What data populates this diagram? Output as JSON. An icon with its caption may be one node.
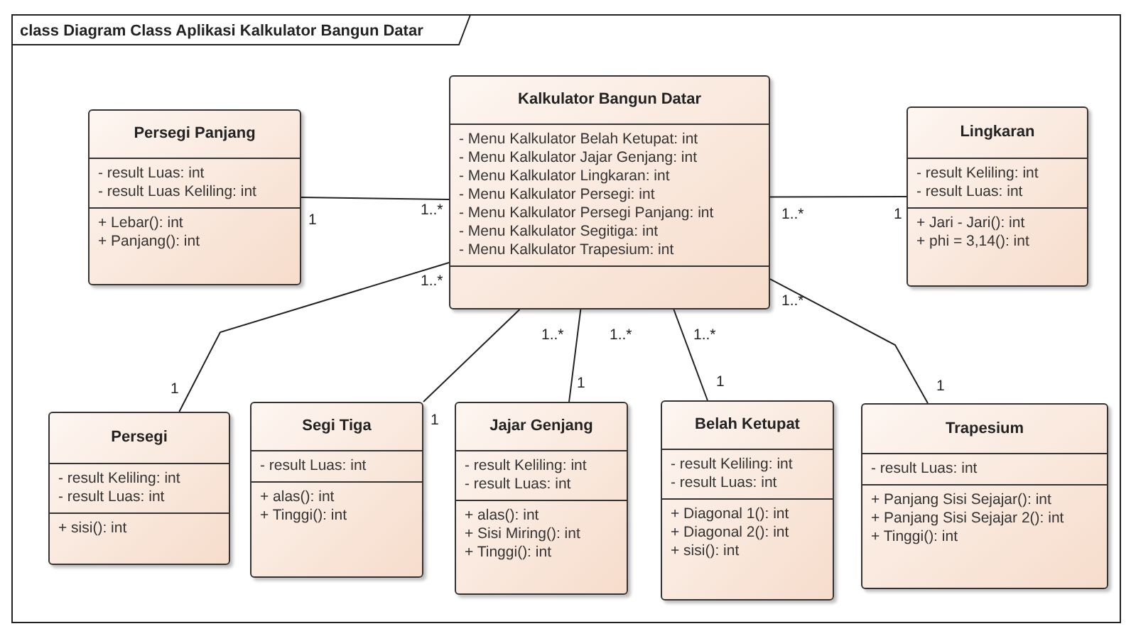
{
  "diagram": {
    "title": "class Diagram Class Aplikasi Kalkulator Bangun Datar",
    "nodes": [
      {
        "text": [
          "Persegi Panjang",
          "- result Luas: int",
          "- result Luas Keliling: int",
          "+ Lebar(): int",
          "+ Panjang(): int"
        ]
      },
      {
        "text": [
          "Kalkulator Bangun Datar",
          "- Menu Kalkulator Belah Ketupat: int",
          "- Menu Kalkulator Jajar Genjang: int",
          "- Menu Kalkulator Lingkaran: int",
          "- Menu Kalkulator Persegi: int",
          "- Menu Kalkulator Persegi Panjang: int",
          "- Menu Kalkulator Segitiga: int",
          "- Menu Kalkulator Trapesium: int"
        ]
      },
      {
        "text": [
          "Lingkaran",
          "- result Keliling: int",
          "- result Luas: int",
          "+ Jari - Jari(): int",
          "+ phi = 3,14(): int"
        ]
      },
      {
        "text": [
          "Persegi",
          "- result Keliling: int",
          "- result Luas: int",
          "+ sisi(): int"
        ]
      },
      {
        "text": [
          "Segi Tiga",
          "- result Luas: int",
          "+ alas(): int",
          "+ Tinggi(): int"
        ]
      },
      {
        "text": [
          "Jajar Genjang",
          "- result Keliling: int",
          "- result Luas: int",
          "+ alas(): int",
          "+ Sisi Miring(): int",
          "+ Tinggi(): int"
        ]
      },
      {
        "text": [
          "Belah Ketupat",
          "- result Keliling: int",
          "- result Luas: int",
          "+ Diagonal 1(): int",
          "+ Diagonal 2(): int",
          "+ sisi(): int"
        ]
      },
      {
        "text": [
          "Trapesium",
          "- result Luas: int",
          "+ Panjang Sisi Sejajar(): int",
          "+ Panjang Sisi Sejajar 2(): int",
          "+ Tinggi(): int"
        ]
      }
    ],
    "edges": [
      {
        "from": 1,
        "to": 0,
        "arrow": "none"
      },
      {
        "from": 1,
        "to": 2,
        "arrow": "none"
      },
      {
        "from": 1,
        "to": 3,
        "arrow": "none"
      },
      {
        "from": 1,
        "to": 4,
        "arrow": "none"
      },
      {
        "from": 1,
        "to": 5,
        "arrow": "none"
      },
      {
        "from": 1,
        "to": 6,
        "arrow": "none"
      },
      {
        "from": 1,
        "to": 7,
        "arrow": "none"
      }
    ],
    "labels": [
      "1",
      "1..*",
      "1..*",
      "1",
      "1..*",
      "1..*",
      "1..*",
      "1..*",
      "1..*",
      "1",
      "1",
      "1",
      "1",
      "1"
    ]
  }
}
